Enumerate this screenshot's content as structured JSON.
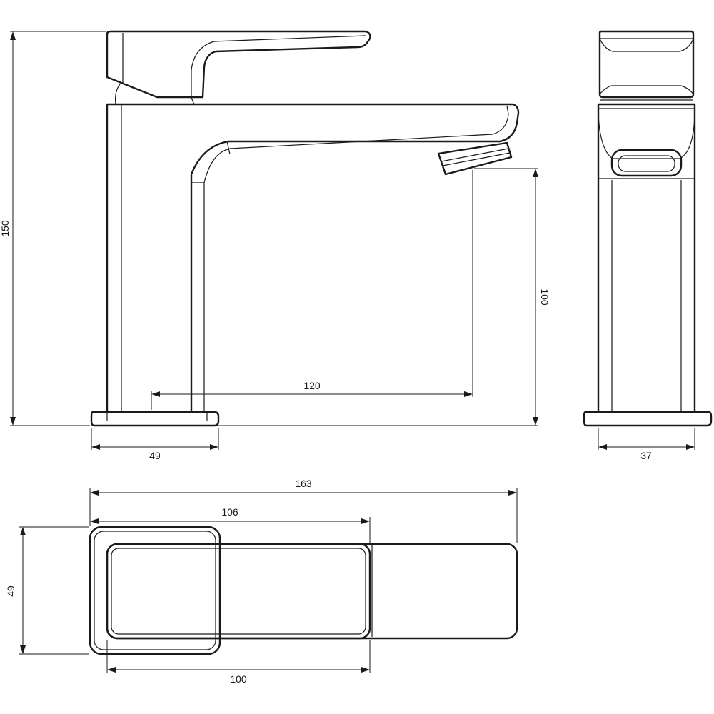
{
  "drawing": {
    "front_view": {
      "overall_height": "150",
      "spout_height": "100",
      "spout_reach": "120",
      "base_width": "49"
    },
    "side_view": {
      "base_depth": "37"
    },
    "top_view": {
      "overall_length": "163",
      "handle_length": "106",
      "body_width": "49",
      "plate_length": "100"
    }
  }
}
